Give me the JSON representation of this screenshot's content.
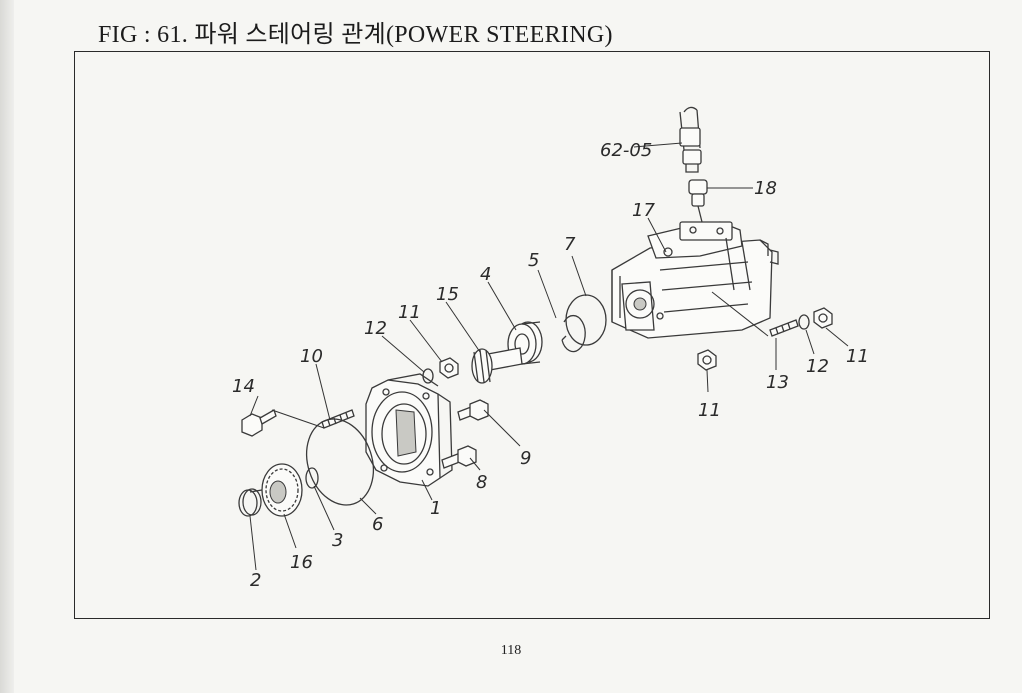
{
  "figure": {
    "title": "FIG : 61. 파워 스테어링 관계(POWER STEERING)"
  },
  "page_number": "118",
  "callouts": {
    "c62_05": "62-05",
    "c18": "18",
    "c17": "17",
    "c7": "7",
    "c5": "5",
    "c4": "4",
    "c15": "15",
    "c11a": "11",
    "c12a": "12",
    "c10": "10",
    "c14": "14",
    "c9": "9",
    "c8": "8",
    "c1": "1",
    "c6": "6",
    "c3": "3",
    "c16": "16",
    "c2": "2",
    "c13": "13",
    "c12b": "12",
    "c11b": "11",
    "c11c": "11"
  }
}
